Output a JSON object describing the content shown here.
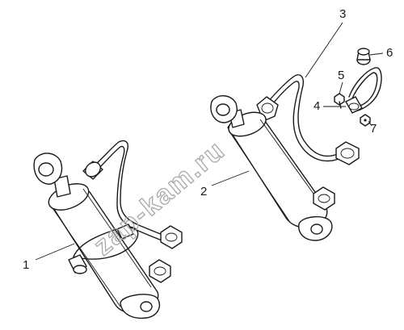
{
  "diagram": {
    "callouts": [
      {
        "id": "1",
        "text": "1"
      },
      {
        "id": "2",
        "text": "2"
      },
      {
        "id": "3",
        "text": "3"
      },
      {
        "id": "4",
        "text": "4"
      },
      {
        "id": "5",
        "text": "5"
      },
      {
        "id": "6",
        "text": "6"
      },
      {
        "id": "7",
        "text": "7"
      }
    ],
    "watermark": "zap-kam.ru"
  }
}
